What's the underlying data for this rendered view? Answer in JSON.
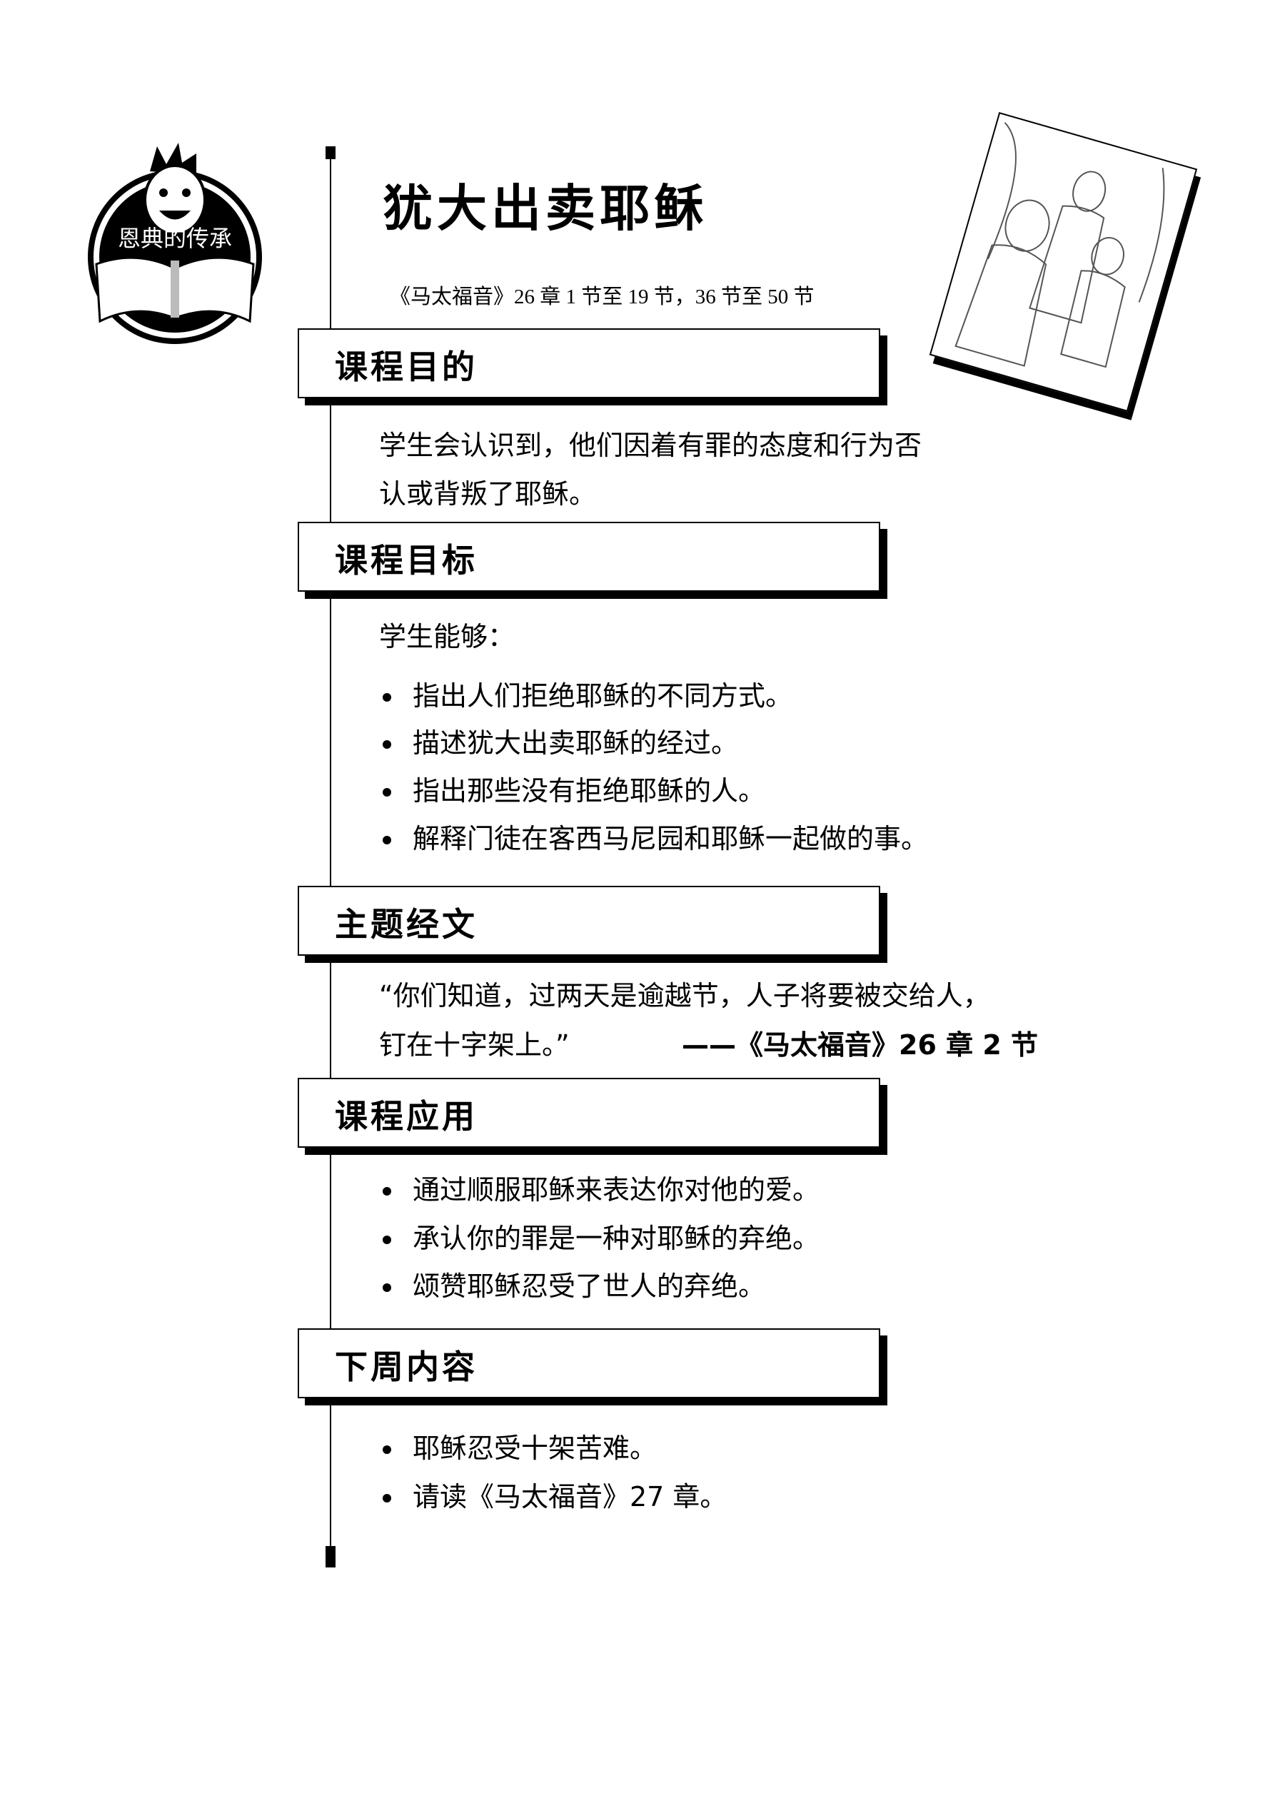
{
  "logo": {
    "text": "恩典的传承"
  },
  "title": "犹大出卖耶稣",
  "scripture_ref": "《马太福音》26 章 1 节至 19 节，36 节至 50 节",
  "sections": [
    {
      "heading": "课程目的",
      "lines": [
        "学生会认识到，他们因着有罪的态度和行为否",
        "认或背叛了耶稣。"
      ]
    },
    {
      "heading": "课程目标",
      "intro": "学生能够：",
      "bullets": [
        "指出人们拒绝耶稣的不同方式。",
        "描述犹大出卖耶稣的经过。",
        "指出那些没有拒绝耶稣的人。",
        "解释门徒在客西马尼园和耶稣一起做的事。"
      ]
    },
    {
      "heading": "主题经文",
      "lines": [
        "“你们知道，过两天是逾越节，人子将要被交给人，",
        "钉在十字架上。”"
      ],
      "citation": "——《马太福音》26 章 2 节"
    },
    {
      "heading": "课程应用",
      "bullets": [
        "通过顺服耶稣来表达你对他的爱。",
        "承认你的罪是一种对耶稣的弃绝。",
        "颂赞耶稣忍受了世人的弃绝。"
      ]
    },
    {
      "heading": "下周内容",
      "bullets": [
        "耶稣忍受十架苦难。",
        "请读《马太福音》27 章。"
      ]
    }
  ]
}
